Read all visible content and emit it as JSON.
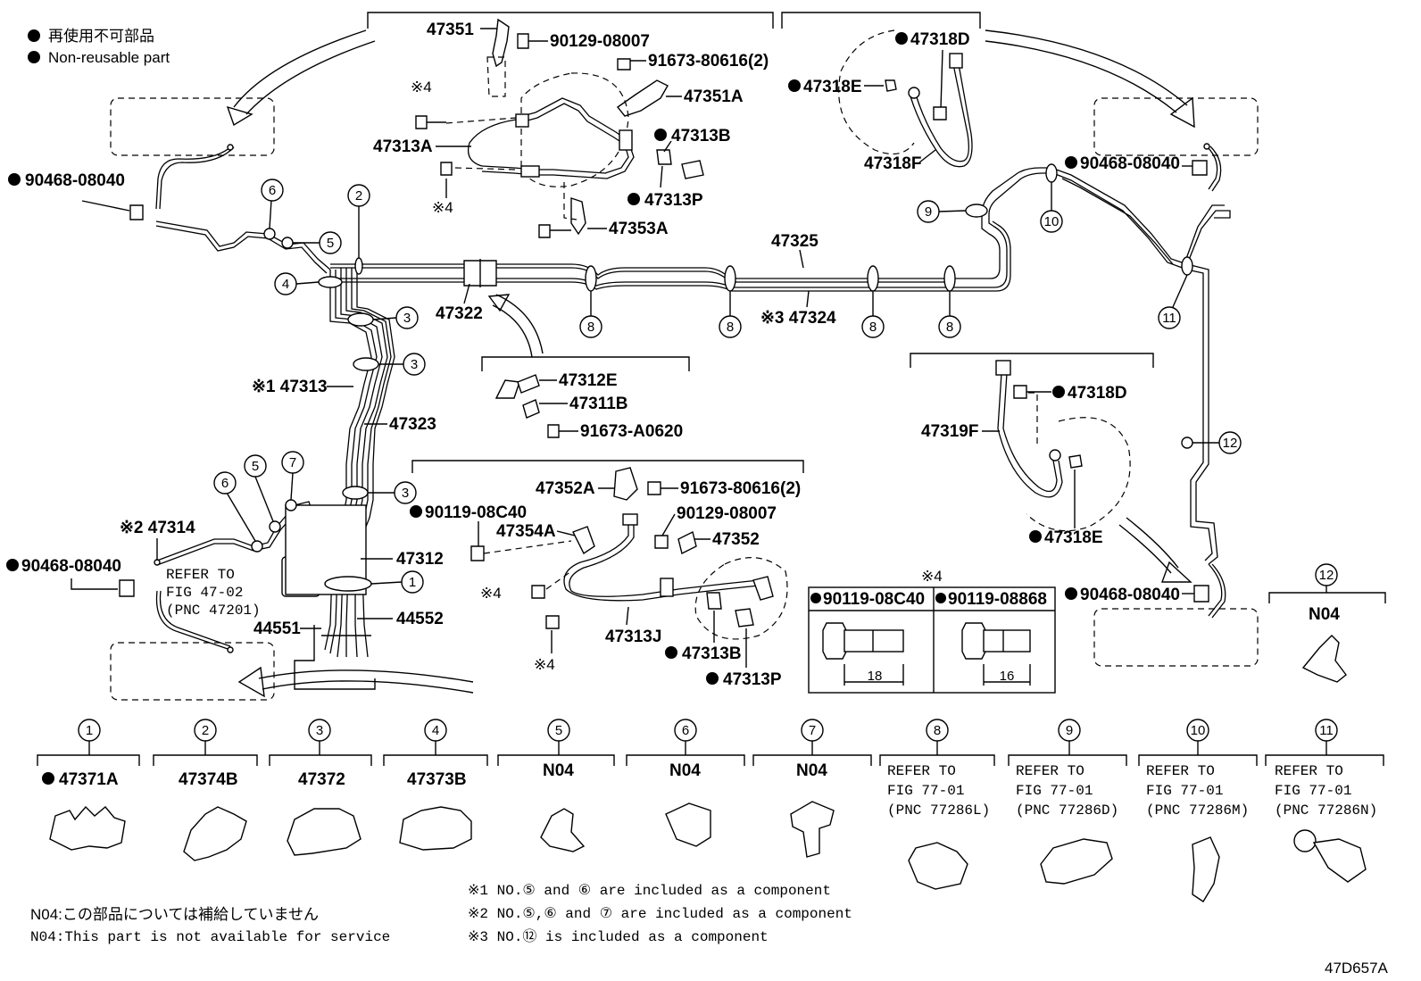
{
  "legend": {
    "jp": "再使用不可部品",
    "en": "Non-reusable part"
  },
  "notes": {
    "n04_jp": "N04:この部品については補給していません",
    "n04_en": "N04:This part is not available for service",
    "note1": "※1 NO.⑤ and ⑥ are included as a component",
    "note2": "※2 NO.⑤,⑥ and ⑦ are included as a component",
    "note3": "※3 NO.⑫ is included as a component"
  },
  "figure_id": "47D657A",
  "refer": {
    "line1": "REFER TO",
    "line2": "FIG 47-02",
    "line3": "(PNC 47201)"
  },
  "parts": {
    "p47351": "47351",
    "p90129_08007_top": "90129-08007",
    "p91673_80616_top": "91673-80616(2)",
    "p47351A": "47351A",
    "p47313B_top": "47313B",
    "p47313A": "47313A",
    "p47313P_top": "47313P",
    "p47353A": "47353A",
    "p47318D_top": "47318D",
    "p47318E_top": "47318E",
    "p47318F": "47318F",
    "p90468_tl": "90468-08040",
    "p90468_tr": "90468-08040",
    "p90468_ml": "90468-08040",
    "p90468_mr": "90468-08040",
    "p47325": "47325",
    "p47324": "※3 47324",
    "p47322": "47322",
    "p47313": "※1 47313",
    "p47323": "47323",
    "p47312E": "47312E",
    "p47311B": "47311B",
    "p91673_A0620": "91673-A0620",
    "p47319F": "47319F",
    "p47318D_mid": "47318D",
    "p47318E_mid": "47318E",
    "p47352A": "47352A",
    "p91673_80616_mid": "91673-80616(2)",
    "p90119_08C40": "90119-08C40",
    "p90129_08007_mid": "90129-08007",
    "p47354A": "47354A",
    "p47352": "47352",
    "p47314": "※2 47314",
    "p47312": "47312",
    "p44551": "44551",
    "p44552": "44552",
    "p47313J": "47313J",
    "p47313B_mid": "47313B",
    "p47313P_mid": "47313P",
    "star4": "※4",
    "star4_t1": "※4",
    "star4_t2": "※4",
    "star4_m1": "※4",
    "star4_m2": "※4"
  },
  "bolt_table": {
    "header": "※4",
    "col1": "90119-08C40",
    "col2": "90119-08868",
    "len1": "18",
    "len2": "16"
  },
  "callouts": {
    "c1": "1",
    "c2": "2",
    "c3": "3",
    "c4": "4",
    "c5": "5",
    "c6": "6",
    "c7": "7",
    "c8": "8",
    "c9": "9",
    "c10": "10",
    "c11": "11",
    "c12": "12"
  },
  "clamps": [
    {
      "num": "1",
      "label": "47371A"
    },
    {
      "num": "2",
      "label": "47374B"
    },
    {
      "num": "3",
      "label": "47372"
    },
    {
      "num": "4",
      "label": "47373B"
    },
    {
      "num": "5",
      "label": "N04"
    },
    {
      "num": "6",
      "label": "N04"
    },
    {
      "num": "7",
      "label": "N04"
    },
    {
      "num": "8",
      "l1": "REFER TO",
      "l2": "FIG 77-01",
      "l3": "(PNC 77286L)"
    },
    {
      "num": "9",
      "l1": "REFER TO",
      "l2": "FIG 77-01",
      "l3": "(PNC 77286D)"
    },
    {
      "num": "10",
      "l1": "REFER TO",
      "l2": "FIG 77-01",
      "l3": "(PNC 77286M)"
    },
    {
      "num": "11",
      "l1": "REFER TO",
      "l2": "FIG 77-01",
      "l3": "(PNC 77286N)"
    }
  ],
  "clamp12": {
    "num": "12",
    "label": "N04"
  }
}
